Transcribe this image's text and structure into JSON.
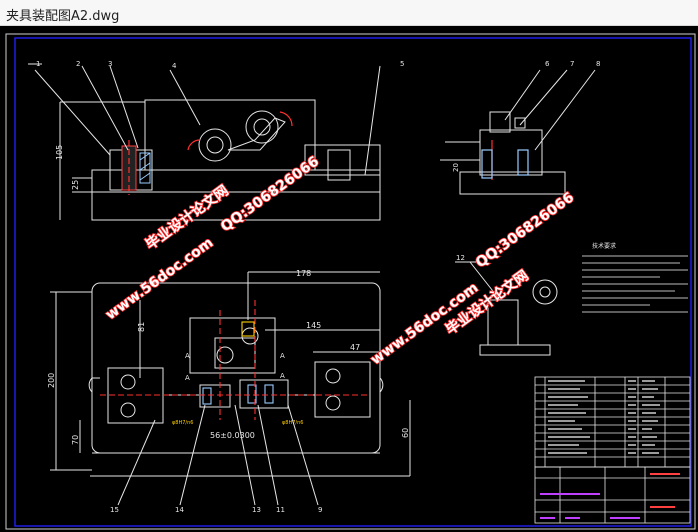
{
  "window": {
    "title": "夹具装配图A2.dwg"
  },
  "callouts": {
    "c1": "1",
    "c2": "2",
    "c3": "3",
    "c4": "4",
    "c5": "5",
    "c6": "6",
    "c7": "7",
    "c8": "8",
    "c9": "9",
    "c11": "11",
    "c12": "12",
    "c13": "13",
    "c14": "14",
    "c15": "15"
  },
  "dimensions": {
    "d105": "105",
    "d25": "25",
    "d20": "20",
    "d178": "178",
    "d145": "145",
    "d47": "47",
    "d81": "81",
    "d200": "200",
    "d70": "70",
    "d60": "60",
    "d56": "56±0.0300",
    "tol1": "φ8H7/n6",
    "tol2": "φ8H7/n6",
    "sectionA": "A"
  },
  "notes": {
    "heading": "技术要求"
  },
  "watermarks": {
    "site": "www.56doc.com",
    "name": "毕业设计论文网",
    "qq": "QQ:306826066"
  }
}
